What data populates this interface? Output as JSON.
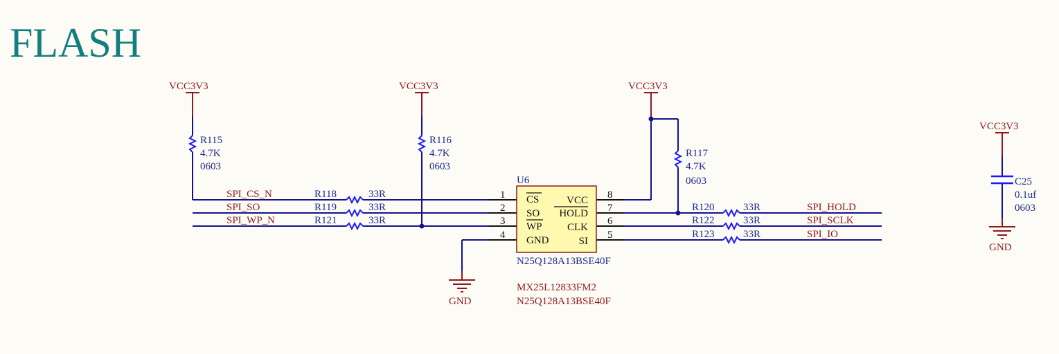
{
  "title": "FLASH",
  "power": {
    "vcc_left": "VCC3V3",
    "vcc_mid": "VCC3V3",
    "vcc_right": "VCC3V3",
    "vcc_cap": "VCC3V3",
    "gnd_chip": "GND",
    "gnd_cap": "GND"
  },
  "pullups": [
    {
      "ref": "R115",
      "value": "4.7K",
      "package": "0603"
    },
    {
      "ref": "R116",
      "value": "4.7K",
      "package": "0603"
    },
    {
      "ref": "R117",
      "value": "4.7K",
      "package": "0603"
    }
  ],
  "series_left": [
    {
      "net": "SPI_CS_N",
      "ref": "R118",
      "value": "33R"
    },
    {
      "net": "SPI_SO",
      "ref": "R119",
      "value": "33R"
    },
    {
      "net": "SPI_WP_N",
      "ref": "R121",
      "value": "33R"
    }
  ],
  "series_right": [
    {
      "net": "SPI_HOLD",
      "ref": "R120",
      "value": "33R"
    },
    {
      "net": "SPI_SCLK",
      "ref": "R122",
      "value": "33R"
    },
    {
      "net": "SPI_IO",
      "ref": "R123",
      "value": "33R"
    }
  ],
  "chip": {
    "ref": "U6",
    "part": "N25Q128A13BSE40F",
    "alt_part_1": "MX25L12833FM2",
    "alt_part_2": "N25Q128A13BSE40F",
    "left_pins": [
      {
        "num": "1",
        "name": "CS"
      },
      {
        "num": "2",
        "name": "SO"
      },
      {
        "num": "3",
        "name": "WP"
      },
      {
        "num": "4",
        "name": "GND"
      }
    ],
    "right_pins": [
      {
        "num": "8",
        "name": "VCC"
      },
      {
        "num": "7",
        "name": "HOLD"
      },
      {
        "num": "6",
        "name": "CLK"
      },
      {
        "num": "5",
        "name": "SI"
      }
    ]
  },
  "capacitor": {
    "ref": "C25",
    "value": "0.1uf",
    "package": "0603"
  },
  "colors": {
    "title": "#127e7e",
    "net_label": "#8b1a1a",
    "wire": "#12128c",
    "body": "#fff9b0"
  }
}
